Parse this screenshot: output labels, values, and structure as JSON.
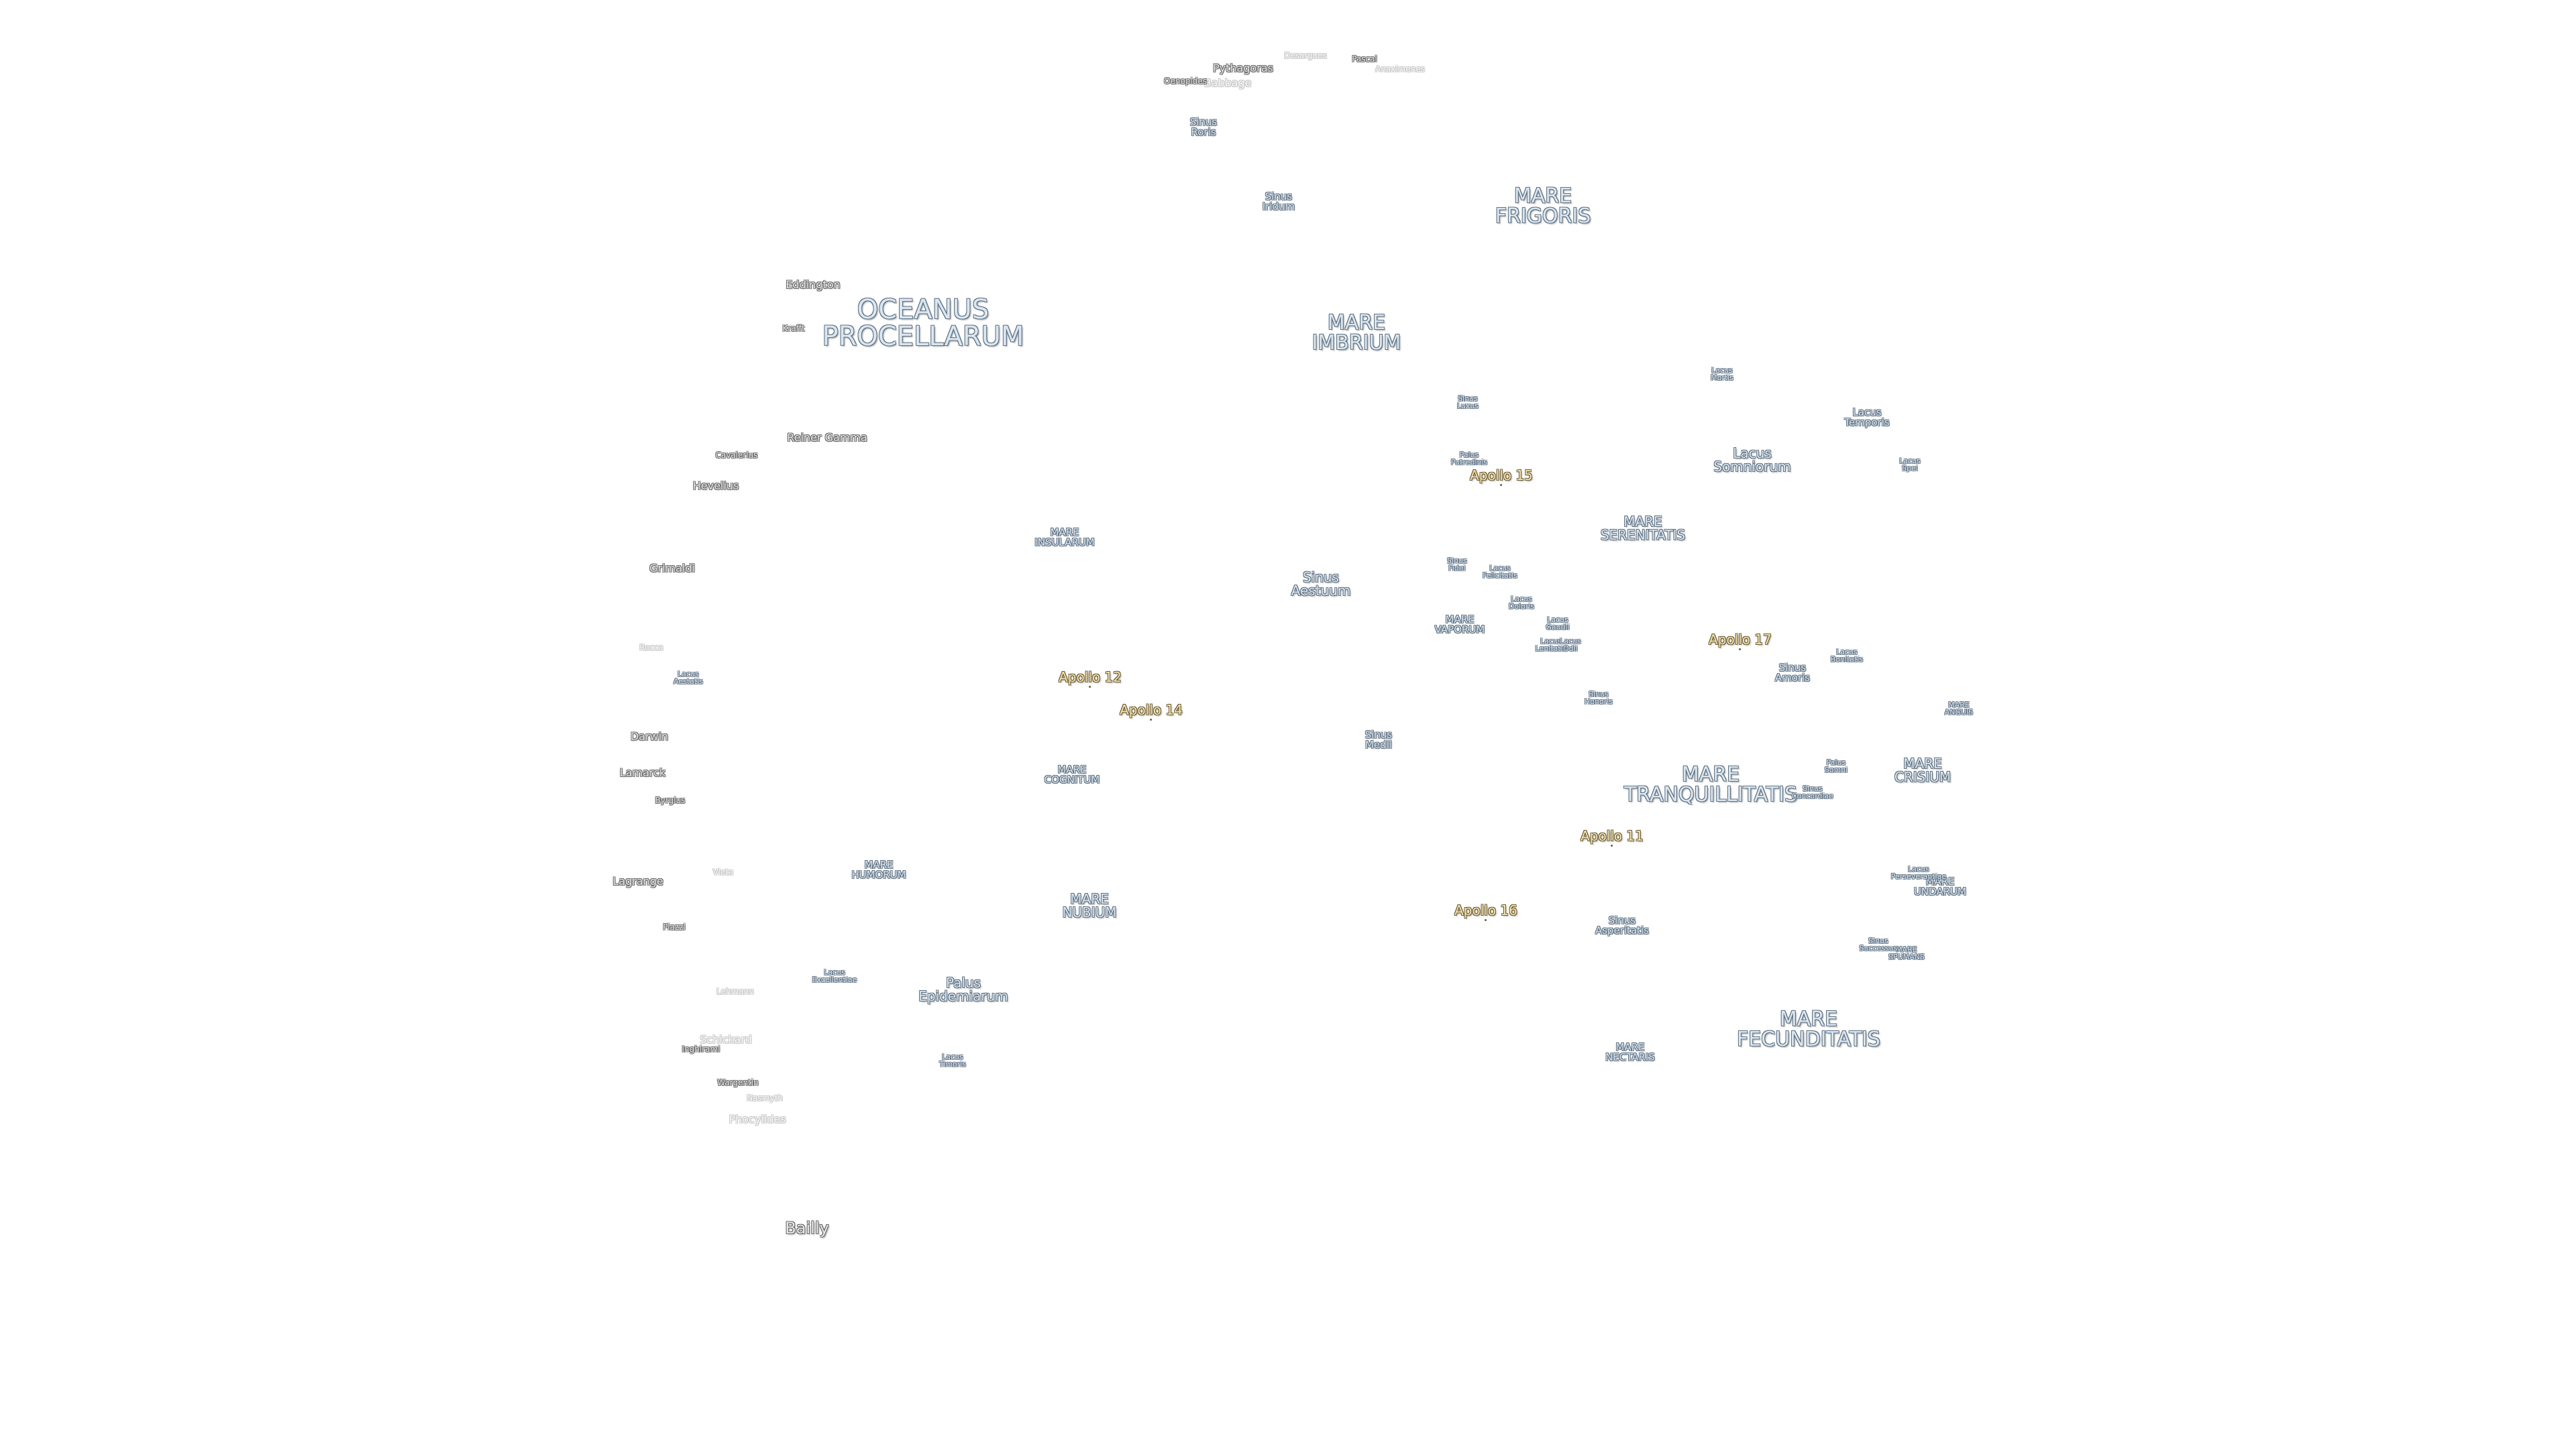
{
  "labels": [
    {
      "id": "oceanus-procellarum",
      "lines": [
        "OCEANUS",
        "PROCELLARUM"
      ],
      "kind": "s-xl"
    },
    {
      "id": "mare-frigoris",
      "lines": [
        "MARE",
        "FRIGORIS"
      ],
      "kind": "s-lg"
    },
    {
      "id": "mare-imbrium",
      "lines": [
        "MARE",
        "IMBRIUM"
      ],
      "kind": "s-lg"
    },
    {
      "id": "mare-serenitatis",
      "lines": [
        "MARE",
        "SERENITATIS"
      ],
      "kind": "s-md"
    },
    {
      "id": "mare-tranquillitatis",
      "lines": [
        "MARE",
        "TRANQUILLITATIS"
      ],
      "kind": "s-lg"
    },
    {
      "id": "mare-crisium",
      "lines": [
        "MARE",
        "CRISIUM"
      ],
      "kind": "s-md"
    },
    {
      "id": "mare-fecunditatis",
      "lines": [
        "MARE",
        "FECUNDITATIS"
      ],
      "kind": "s-lg"
    },
    {
      "id": "mare-nectaris",
      "lines": [
        "MARE",
        "NECTARIS"
      ],
      "kind": "s-sm"
    },
    {
      "id": "mare-nubium",
      "lines": [
        "MARE",
        "NUBIUM"
      ],
      "kind": "s-md"
    },
    {
      "id": "mare-humorum",
      "lines": [
        "MARE",
        "HUMORUM"
      ],
      "kind": "s-sm"
    },
    {
      "id": "mare-cognitum",
      "lines": [
        "MARE",
        "COGNITUM"
      ],
      "kind": "s-sm"
    },
    {
      "id": "mare-insularum",
      "lines": [
        "MARE",
        "INSULARUM"
      ],
      "kind": "s-sm"
    },
    {
      "id": "mare-vaporum",
      "lines": [
        "MARE",
        "VAPORUM"
      ],
      "kind": "s-sm"
    },
    {
      "id": "mare-anguis",
      "lines": [
        "MARE",
        "ANGUIS"
      ],
      "kind": "s-xs"
    },
    {
      "id": "mare-undarum",
      "lines": [
        "MARE",
        "UNDARUM"
      ],
      "kind": "s-sm"
    },
    {
      "id": "mare-spumans",
      "lines": [
        "MARE",
        "SPUMANS"
      ],
      "kind": "s-xs"
    },
    {
      "id": "sinus-iridum",
      "lines": [
        "Sinus",
        "Iridum"
      ],
      "kind": "s-sm"
    },
    {
      "id": "sinus-roris",
      "lines": [
        "Sinus",
        "Roris"
      ],
      "kind": "s-sm"
    },
    {
      "id": "sinus-aestuum",
      "lines": [
        "Sinus",
        "Aestuum"
      ],
      "kind": "s-md"
    },
    {
      "id": "sinus-medii",
      "lines": [
        "Sinus",
        "Medii"
      ],
      "kind": "s-sm"
    },
    {
      "id": "sinus-luxus",
      "lines": [
        "Sinus",
        "Luxus"
      ],
      "kind": "s-xs"
    },
    {
      "id": "sinus-fidei",
      "lines": [
        "Sinus",
        "Fidei"
      ],
      "kind": "s-xs"
    },
    {
      "id": "sinus-honoris",
      "lines": [
        "Sinus",
        "Honoris"
      ],
      "kind": "s-xs"
    },
    {
      "id": "sinus-amoris",
      "lines": [
        "Sinus",
        "Amoris"
      ],
      "kind": "s-sm"
    },
    {
      "id": "sinus-concordiae",
      "lines": [
        "Sinus",
        "Concordiae"
      ],
      "kind": "s-xs"
    },
    {
      "id": "sinus-asperitatis",
      "lines": [
        "Sinus",
        "Asperitatis"
      ],
      "kind": "s-sm"
    },
    {
      "id": "sinus-successus",
      "lines": [
        "Sinus",
        "Successus"
      ],
      "kind": "s-xs"
    },
    {
      "id": "palus-putredinis",
      "lines": [
        "Palus",
        "Putredinis"
      ],
      "kind": "s-xs"
    },
    {
      "id": "palus-epidemiarum",
      "lines": [
        "Palus",
        "Epidemiarum"
      ],
      "kind": "s-md"
    },
    {
      "id": "palus-somni",
      "lines": [
        "Palus",
        "Somni"
      ],
      "kind": "s-xs"
    },
    {
      "id": "lacus-mortis",
      "lines": [
        "Lacus",
        "Mortis"
      ],
      "kind": "s-xs"
    },
    {
      "id": "lacus-temporis",
      "lines": [
        "Lacus",
        "Temporis"
      ],
      "kind": "s-sm"
    },
    {
      "id": "lacus-somniorum",
      "lines": [
        "Lacus",
        "Somniorum"
      ],
      "kind": "s-md"
    },
    {
      "id": "lacus-spei",
      "lines": [
        "Lacus",
        "Spei"
      ],
      "kind": "s-xs"
    },
    {
      "id": "lacus-bonitatis",
      "lines": [
        "Lacus",
        "Bonitatis"
      ],
      "kind": "s-xs"
    },
    {
      "id": "lacus-doloris",
      "lines": [
        "Lacus",
        "Doloris"
      ],
      "kind": "s-xs"
    },
    {
      "id": "lacus-gaudii",
      "lines": [
        "Lacus",
        "Gaudii"
      ],
      "kind": "s-xs"
    },
    {
      "id": "lacus-lenitatis",
      "lines": [
        "Lacus",
        "Lenitatis"
      ],
      "kind": "s-xs"
    },
    {
      "id": "lacus-perseverantiae",
      "lines": [
        "Lacus",
        "Perseverantiae"
      ],
      "kind": "s-xs"
    },
    {
      "id": "lacus-timoris",
      "lines": [
        "Lacus",
        "Timoris"
      ],
      "kind": "s-xs"
    },
    {
      "id": "lacus-excellentiae",
      "lines": [
        "Lacus",
        "Excellentiae"
      ],
      "kind": "s-xs"
    },
    {
      "id": "lacus-aestatis",
      "lines": [
        "Lacus",
        "Aestatis"
      ],
      "kind": "s-xs"
    },
    {
      "id": "lacus-felicitatis",
      "lines": [
        "Lacus",
        "Felicitatis"
      ],
      "kind": "s-xs"
    },
    {
      "id": "lacus-odii",
      "lines": [
        "Lacus",
        "Odii"
      ],
      "kind": "s-xs"
    },
    {
      "id": "apollo-11",
      "lines": [
        "Apollo 11"
      ],
      "kind": "apollo"
    },
    {
      "id": "apollo-12",
      "lines": [
        "Apollo 12"
      ],
      "kind": "apollo"
    },
    {
      "id": "apollo-14",
      "lines": [
        "Apollo 14"
      ],
      "kind": "apollo"
    },
    {
      "id": "apollo-15",
      "lines": [
        "Apollo 15"
      ],
      "kind": "apollo"
    },
    {
      "id": "apollo-16",
      "lines": [
        "Apollo 16"
      ],
      "kind": "apollo"
    },
    {
      "id": "apollo-17",
      "lines": [
        "Apollo 17"
      ],
      "kind": "apollo"
    },
    {
      "id": "pythagoras",
      "lines": [
        "Pythagoras"
      ],
      "kind": "crater"
    },
    {
      "id": "babbage",
      "lines": [
        "Babbage"
      ],
      "kind": "crater",
      "faded": true
    },
    {
      "id": "oenopides",
      "lines": [
        "Oenopides"
      ],
      "kind": "crater-sm"
    },
    {
      "id": "pascal",
      "lines": [
        "Pascal"
      ],
      "kind": "crater-sm"
    },
    {
      "id": "desargues",
      "lines": [
        "Desargues"
      ],
      "kind": "crater-sm",
      "faded": true
    },
    {
      "id": "anaximenes",
      "lines": [
        "Anaximenes"
      ],
      "kind": "crater-sm",
      "faded": true
    },
    {
      "id": "eddington",
      "lines": [
        "Eddington"
      ],
      "kind": "crater"
    },
    {
      "id": "krafft",
      "lines": [
        "Krafft"
      ],
      "kind": "crater-sm"
    },
    {
      "id": "reiner-gamma",
      "lines": [
        "Reiner Gamma"
      ],
      "kind": "crater"
    },
    {
      "id": "cavalerius",
      "lines": [
        "Cavalerius"
      ],
      "kind": "crater-sm"
    },
    {
      "id": "hevelius",
      "lines": [
        "Hevelius"
      ],
      "kind": "crater"
    },
    {
      "id": "grimaldi",
      "lines": [
        "Grimaldi"
      ],
      "kind": "crater"
    },
    {
      "id": "rocca",
      "lines": [
        "Rocca"
      ],
      "kind": "crater-sm",
      "faded": true
    },
    {
      "id": "darwin",
      "lines": [
        "Darwin"
      ],
      "kind": "crater"
    },
    {
      "id": "lamarck",
      "lines": [
        "Lamarck"
      ],
      "kind": "crater"
    },
    {
      "id": "byrgius",
      "lines": [
        "Byrgius"
      ],
      "kind": "crater-sm"
    },
    {
      "id": "lagrange",
      "lines": [
        "Lagrange"
      ],
      "kind": "crater"
    },
    {
      "id": "vieta",
      "lines": [
        "Vieta"
      ],
      "kind": "crater-sm",
      "faded": true
    },
    {
      "id": "piazzi",
      "lines": [
        "Piazzi"
      ],
      "kind": "crater-sm"
    },
    {
      "id": "lehmann",
      "lines": [
        "Lehmann"
      ],
      "kind": "crater-sm",
      "faded": true
    },
    {
      "id": "schickard",
      "lines": [
        "Schickard"
      ],
      "kind": "crater",
      "faded": true
    },
    {
      "id": "inghirami",
      "lines": [
        "Inghirami"
      ],
      "kind": "crater-sm"
    },
    {
      "id": "wargentin",
      "lines": [
        "Wargentin"
      ],
      "kind": "crater-sm"
    },
    {
      "id": "nasmyth",
      "lines": [
        "Nasmyth"
      ],
      "kind": "crater-sm",
      "faded": true
    },
    {
      "id": "phocylides",
      "lines": [
        "Phocylides"
      ],
      "kind": "crater",
      "faded": true
    },
    {
      "id": "bailly",
      "lines": [
        "Bailly"
      ],
      "kind": "crater-lg"
    }
  ]
}
